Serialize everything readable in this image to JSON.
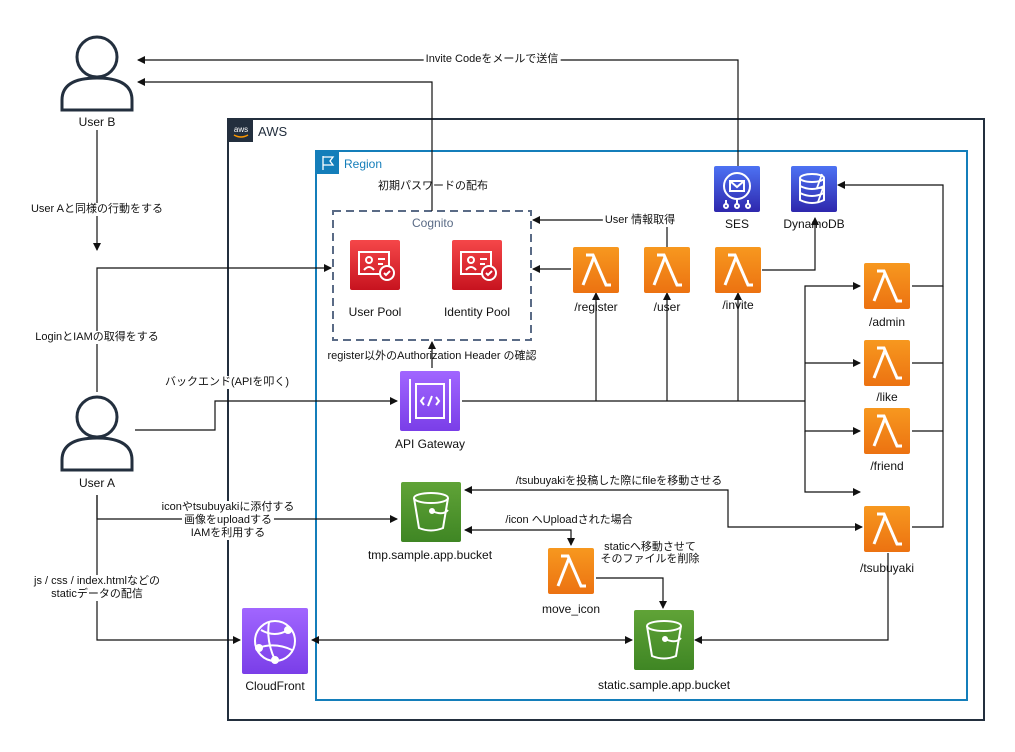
{
  "groups": {
    "aws": "AWS",
    "region": "Region",
    "cognito": "Cognito"
  },
  "users": {
    "user_b": "User B",
    "user_a": "User A"
  },
  "services": {
    "user_pool": "User Pool",
    "identity_pool": "Identity Pool",
    "api_gateway": "API Gateway",
    "ses": "SES",
    "dynamodb": "DynamoDB",
    "tmp_bucket": "tmp.sample.app.bucket",
    "static_bucket": "static.sample.app.bucket",
    "cloudfront": "CloudFront",
    "move_icon": "move_icon"
  },
  "lambdas": {
    "register": "/register",
    "user": "/user",
    "invite": "/invite",
    "admin": "/admin",
    "like": "/like",
    "friend": "/friend",
    "tsubuyaki": "/tsubuyaki"
  },
  "edges": {
    "invite_mail": "Invite Codeをメールで送信",
    "initial_password": "初期パスワードの配布",
    "same_action": "User Aと同様の行動をする",
    "user_info": "User 情報取得",
    "login_iam": "LoginとIAMの取得をする",
    "auth_header": "register以外のAuthorization Header の確認",
    "backend": "バックエンド(APIを叩く)",
    "tsubuyaki_move": "/tsubuyakiを投稿した際にfileを移動させる",
    "icon_upload_line1": "iconやtsubuyakiに添付する",
    "icon_upload_line2": "画像をuploadする",
    "icon_upload_line3": "IAMを利用する",
    "icon_uploaded": "/icon へUploadされた場合",
    "move_delete_line1": "staticへ移動させて",
    "move_delete_line2": "そのファイルを削除",
    "static_line1": "js / css / index.htmlなどの",
    "static_line2": "staticデータの配信"
  },
  "colors": {
    "aws_border": "#232f3e",
    "region_border": "#147eba",
    "cognito_border": "#5a6b86",
    "lambda": "#ed7100",
    "s3": "#3f8624",
    "cognito": "#dd344c",
    "api": "#8c4fff",
    "dynamodb": "#2e27ad"
  }
}
